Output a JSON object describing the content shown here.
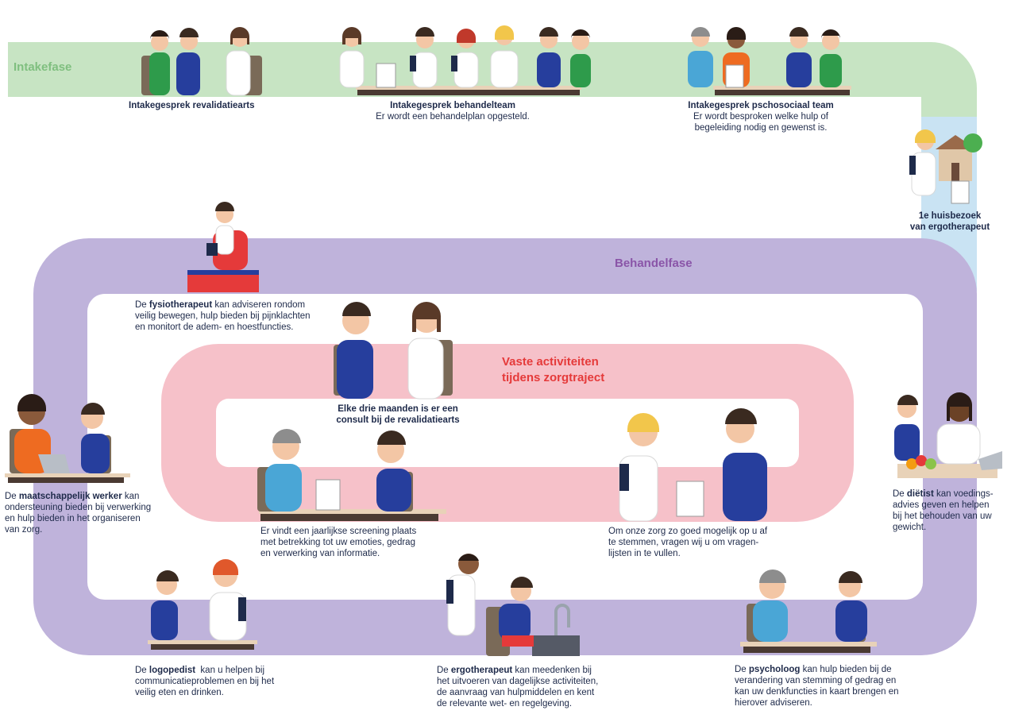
{
  "colors": {
    "intake": "#c7e4c3",
    "behandel": "#bfb3db",
    "vaste": "#f6c1c9",
    "huisbezoek": "#c9e3f3",
    "white": "#ffffff",
    "navy": "#1e2a4a",
    "phase_green": "#7fbf7f",
    "phase_purple": "#8a55a8",
    "phase_red": "#e53a3a",
    "shirt_blue": "#263e9d",
    "shirt_green": "#2e9b4b",
    "shirt_orange": "#ee6b21",
    "shirt_lightblue": "#4aa6d6",
    "coat": "#ffffff",
    "skin": "#f3c6a5",
    "skin_dark": "#8a5a3b",
    "hair_brown": "#3a2a20",
    "hair_blond": "#f2c64b",
    "hair_grey": "#8d8d8d",
    "chair": "#7a6a58",
    "table": "#e8d2b8",
    "table_edge": "#4a3a32"
  },
  "phases": {
    "intake": "Intakefase",
    "behandel": "Behandelfase",
    "vaste_line1": "Vaste activiteiten",
    "vaste_line2": "tijdens zorgtraject"
  },
  "intake": {
    "revalidatiearts": {
      "title": "Intakegesprek revalidatiearts"
    },
    "behandelteam": {
      "title": "Intakegesprek behandelteam",
      "desc": "Er wordt een behandelplan opgesteld."
    },
    "psychosociaal": {
      "title": "Intakegesprek pschosociaal team",
      "desc1": "Er wordt besproken welke hulp of",
      "desc2": "begeleiding nodig en gewenst is."
    },
    "huisbezoek": {
      "title1": "1e huisbezoek",
      "title2": "van ergotherapeut"
    }
  },
  "behandel": {
    "fysio": {
      "pre": "De ",
      "bold": "fysiotherapeut",
      "post": " kan adviseren rondom",
      "line2": "veilig bewegen, hulp bieden bij pijnklachten",
      "line3": "en monitort de adem- en hoestfuncties."
    },
    "maatschappelijk": {
      "pre": "De ",
      "bold": "maatschappelijk werker",
      "post": " kan",
      "line2": "ondersteuning bieden bij verwerking",
      "line3": "en hulp bieden in het organiseren",
      "line4": "van zorg."
    },
    "dietist": {
      "pre": "De ",
      "bold": "diëtist",
      "post": " kan voedings-",
      "line2": "advies geven en helpen",
      "line3": "bij het behouden van uw",
      "line4": "gewicht."
    },
    "logopedist": {
      "pre": "De ",
      "bold": "logopedist",
      "post": "  kan u helpen bij",
      "line2": "communicatieproblemen en bij het",
      "line3": "veilig eten en drinken."
    },
    "ergotherapeut": {
      "pre": "De ",
      "bold": "ergotherapeut",
      "post": " kan meedenken bij",
      "line2": "het uitvoeren van dagelijkse activiteiten,",
      "line3": "de aanvraag van hulpmiddelen en kent",
      "line4": "de relevante wet- en regelgeving."
    },
    "psycholoog": {
      "pre": "De ",
      "bold": "psycholoog",
      "post": " kan hulp bieden bij de",
      "line2": "verandering van stemming of gedrag en",
      "line3": "kan uw denkfuncties in kaart brengen en",
      "line4": "hierover adviseren."
    }
  },
  "vaste": {
    "consult": {
      "line1": "Elke drie maanden is er een",
      "line2": "consult bij de revalidatiearts"
    },
    "screening": {
      "line1": "Er vindt een jaarlijkse screening plaats",
      "line2": "met betrekking tot uw emoties, gedrag",
      "line3": "en verwerking van informatie."
    },
    "vragenlijsten": {
      "line1": "Om onze zorg zo goed mogelijk op u af",
      "line2": "te stemmen, vragen wij u om vragen-",
      "line3": "lijsten in te vullen."
    }
  }
}
